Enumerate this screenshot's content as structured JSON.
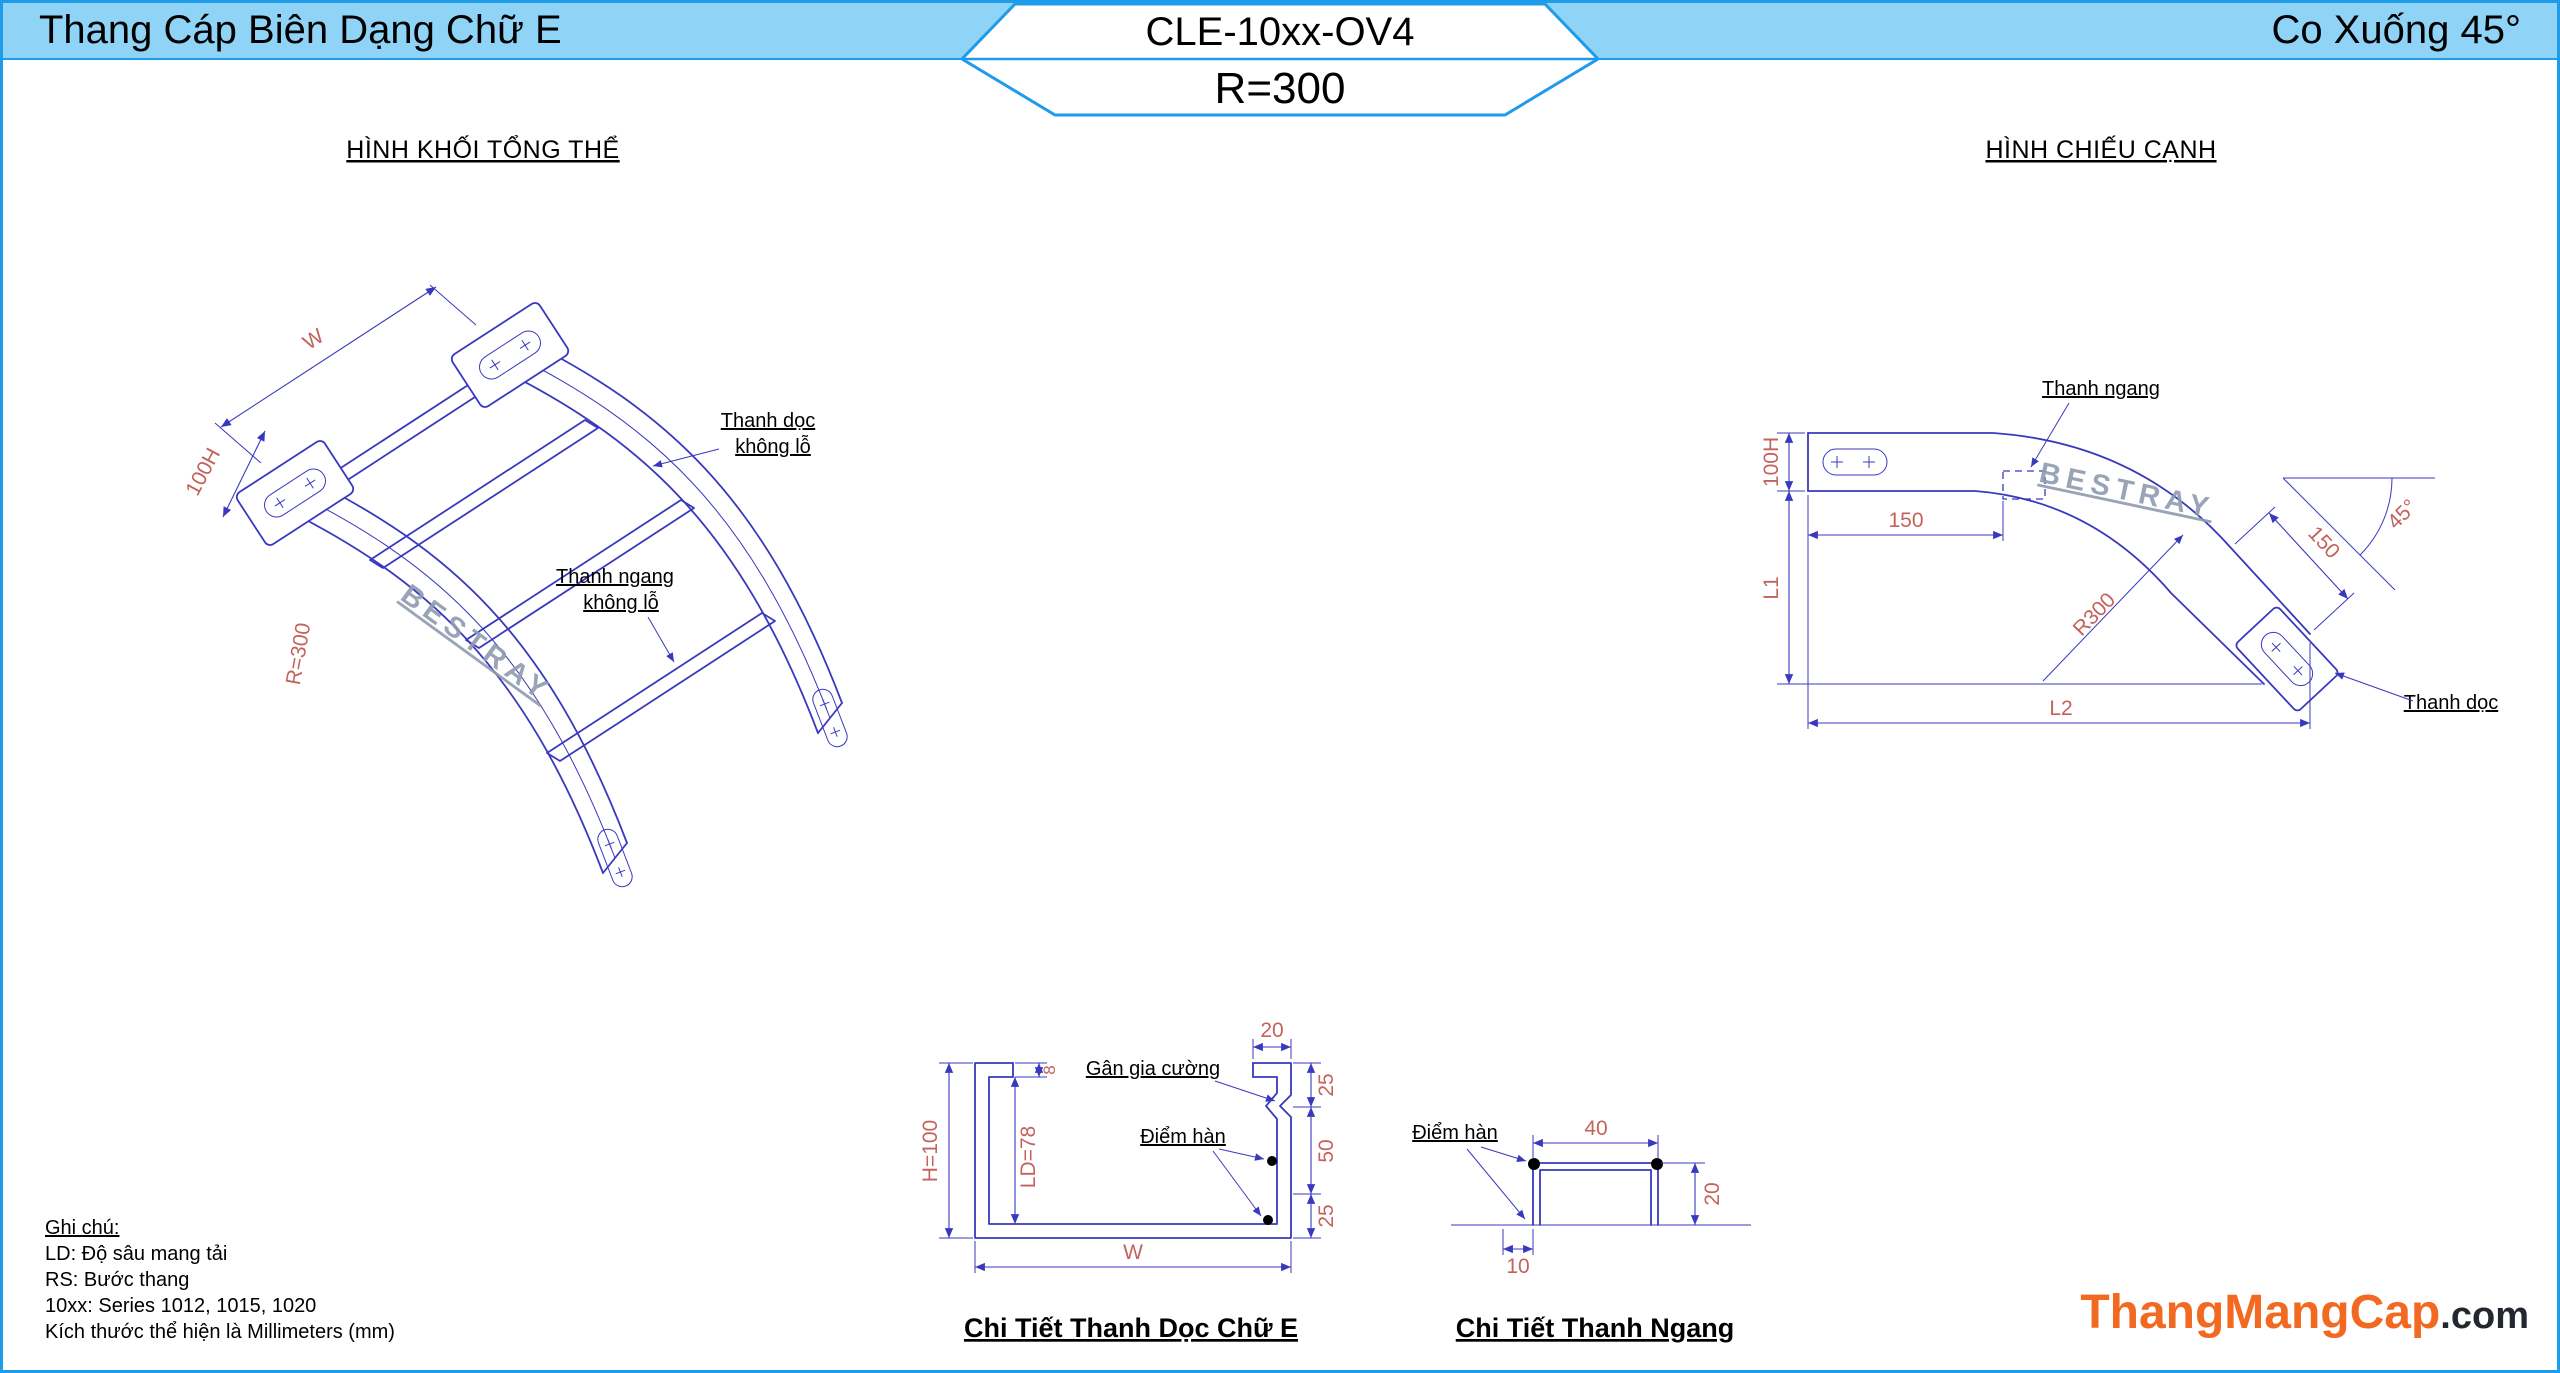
{
  "colors": {
    "header_bg": "#8FD3F6",
    "frame_blue": "#1E9BE9",
    "line_blue": "#3939BE",
    "dim_red": "#C4625C",
    "watermark_gray": "#8E9BB0",
    "logo_orange": "#F26A21",
    "logo_dark": "#23272F"
  },
  "header": {
    "left_title": "Thang Cáp Biên Dạng Chữ E",
    "model_code": "CLE-10xx-OV4",
    "radius": "R=300",
    "right_title": "Co Xuống 45°"
  },
  "watermark": "BESTRAY",
  "overall_view": {
    "title": "HÌNH KHỐI TỔNG THỂ",
    "dim_w": "W",
    "dim_h": "100H",
    "dim_r": "R=300",
    "label_rail_line1": "Thanh dọc",
    "label_rail_line2": "không lỗ",
    "label_rung_line1": "Thanh ngang",
    "label_rung_line2": "không lỗ"
  },
  "side_view": {
    "title": "HÌNH CHIẾU CẠNH",
    "label_rung": "Thanh ngang",
    "label_rail": "Thanh dọc",
    "dim_h": "100H",
    "dim_150_top": "150",
    "dim_l1": "L1",
    "dim_l2": "L2",
    "dim_r": "R300",
    "dim_150_angled": "150",
    "dim_angle": "45°"
  },
  "rail_section": {
    "title": "Chi Tiết Thanh Dọc Chữ E",
    "label_rib": "Gân gia cường",
    "label_weld": "Điểm hàn",
    "dim_top": "20",
    "dim_25_top": "25",
    "dim_50": "50",
    "dim_25_bottom": "25",
    "dim_height": "H=100",
    "dim_depth": "LD=78",
    "dim_8": "8",
    "dim_width": "W"
  },
  "rung_section": {
    "title": "Chi Tiết Thanh Ngang",
    "label_weld": "Điểm hàn",
    "dim_40": "40",
    "dim_20": "20",
    "dim_10": "10"
  },
  "notes": {
    "heading": "Ghi chú:",
    "lines": [
      "LD: Độ sâu mang tải",
      "RS: Bước thang",
      "10xx: Series 1012, 1015, 1020",
      "Kích thước thể hiện là Millimeters (mm)"
    ]
  },
  "logo": {
    "main": "ThangMangCap",
    "suffix": ".com"
  }
}
